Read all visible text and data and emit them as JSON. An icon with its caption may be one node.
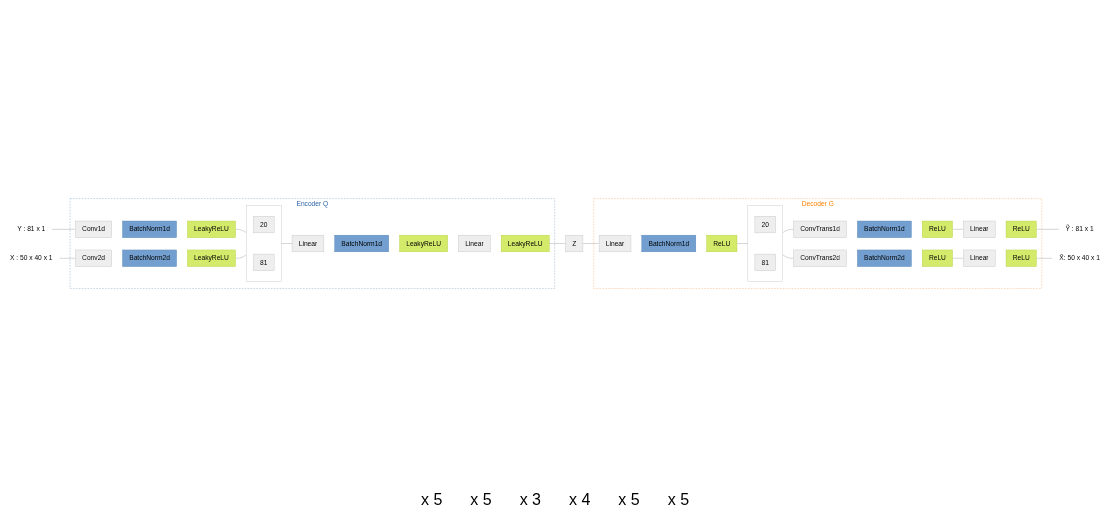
{
  "diagram": {
    "nodes": [
      {
        "text": [
          "Y : 81 x 1"
        ]
      },
      {
        "text": [
          "X : 50 x 40 x 1"
        ]
      },
      {
        "text": [
          "Encoder Q"
        ]
      },
      {
        "text": [
          "Conv1d"
        ],
        "in": 2
      },
      {
        "text": [
          "BatchNorm1d"
        ],
        "in": 2
      },
      {
        "text": [
          "LeakyReLU"
        ],
        "in": 2
      },
      {
        "text": [
          "Conv2d"
        ],
        "in": 2
      },
      {
        "text": [
          "BatchNorm2d"
        ],
        "in": 2
      },
      {
        "text": [
          "LeakyReLU"
        ],
        "in": 2
      },
      {
        "text": [],
        "shape": "box",
        "in": 2
      },
      {
        "text": [
          "20"
        ],
        "in": 9
      },
      {
        "text": [
          "81"
        ],
        "in": 9
      },
      {
        "text": [
          "Linear"
        ],
        "in": 2
      },
      {
        "text": [
          "BatchNorm1d"
        ],
        "in": 2
      },
      {
        "text": [
          "LeakyReLU"
        ],
        "in": 2
      },
      {
        "text": [
          "Linear"
        ],
        "in": 2
      },
      {
        "text": [
          "LeakyReLU"
        ],
        "in": 2
      },
      {
        "text": [
          "Z"
        ]
      },
      {
        "text": [
          "Decoder G"
        ]
      },
      {
        "text": [
          "Linear"
        ],
        "in": 18
      },
      {
        "text": [
          "BatchNorm1d"
        ],
        "in": 18
      },
      {
        "text": [
          "ReLU"
        ],
        "in": 18
      },
      {
        "text": [],
        "shape": "box",
        "in": 18
      },
      {
        "text": [
          "20"
        ],
        "in": 22
      },
      {
        "text": [
          "81"
        ],
        "in": 22
      },
      {
        "text": [
          "ConvTrans1d"
        ],
        "in": 18
      },
      {
        "text": [
          "BatchNorm1d"
        ],
        "in": 18
      },
      {
        "text": [
          "ReLU"
        ],
        "in": 18
      },
      {
        "text": [
          "Linear"
        ],
        "in": 18
      },
      {
        "text": [
          "ReLU"
        ],
        "in": 18
      },
      {
        "text": [
          "ConvTrans2d"
        ],
        "in": 18
      },
      {
        "text": [
          "BatchNorm2d"
        ],
        "in": 18
      },
      {
        "text": [
          "ReLU"
        ],
        "in": 18
      },
      {
        "text": [
          "Linear"
        ],
        "in": 18
      },
      {
        "text": [
          "ReLU"
        ],
        "in": 18
      },
      {
        "text": [
          "Ỹ : 81 x 1"
        ]
      },
      {
        "text": [
          "X̃: 50 x 40 x 1"
        ]
      }
    ],
    "edges": [
      {
        "from": 0,
        "to": 3,
        "arrow": "none"
      },
      {
        "from": 1,
        "to": 6,
        "arrow": "none"
      },
      {
        "from": 5,
        "to": 9,
        "arrow": "none"
      },
      {
        "from": 8,
        "to": 9,
        "arrow": "none"
      },
      {
        "from": 9,
        "to": 12,
        "arrow": "none"
      },
      {
        "from": 16,
        "to": 17,
        "arrow": "none"
      },
      {
        "from": 17,
        "to": 19,
        "arrow": "none"
      },
      {
        "from": 21,
        "to": 22,
        "arrow": "none"
      },
      {
        "from": 22,
        "to": 25,
        "arrow": "none"
      },
      {
        "from": 22,
        "to": 30,
        "arrow": "none"
      },
      {
        "from": 27,
        "to": 28,
        "arrow": "none"
      },
      {
        "from": 29,
        "to": 35,
        "arrow": "none"
      },
      {
        "from": 32,
        "to": 33,
        "arrow": "none"
      },
      {
        "from": 34,
        "to": 36,
        "arrow": "none"
      }
    ],
    "labels": [
      "x 5",
      "x 5",
      "x 3",
      "x 4",
      "x 5",
      "x 5"
    ]
  }
}
